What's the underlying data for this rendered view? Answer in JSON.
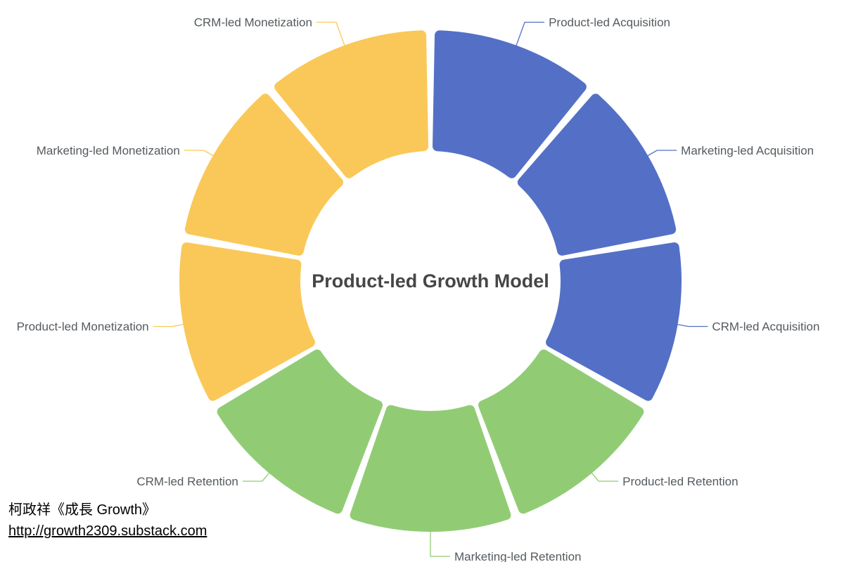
{
  "chart_data": {
    "type": "pie",
    "subtype": "donut",
    "title": "Product-led Growth Model",
    "slices": [
      {
        "label": "Product-led Acquisition",
        "value": 1,
        "group": "acquisition"
      },
      {
        "label": "Marketing-led Acquisition",
        "value": 1,
        "group": "acquisition"
      },
      {
        "label": "CRM-led Acquisition",
        "value": 1,
        "group": "acquisition"
      },
      {
        "label": "Product-led Retention",
        "value": 1,
        "group": "retention"
      },
      {
        "label": "Marketing-led Retention",
        "value": 1,
        "group": "retention"
      },
      {
        "label": "CRM-led Retention",
        "value": 1,
        "group": "retention"
      },
      {
        "label": "Product-led Monetization",
        "value": 1,
        "group": "monetization"
      },
      {
        "label": "Marketing-led Monetization",
        "value": 1,
        "group": "monetization"
      },
      {
        "label": "CRM-led Monetization",
        "value": 1,
        "group": "monetization"
      }
    ],
    "group_colors": {
      "acquisition": "#5470c6",
      "retention": "#91cc75",
      "monetization": "#fac858"
    },
    "legend": "none"
  },
  "credit": {
    "author": "柯政祥《成長 Growth》",
    "url": "http://growth2309.substack.com"
  }
}
